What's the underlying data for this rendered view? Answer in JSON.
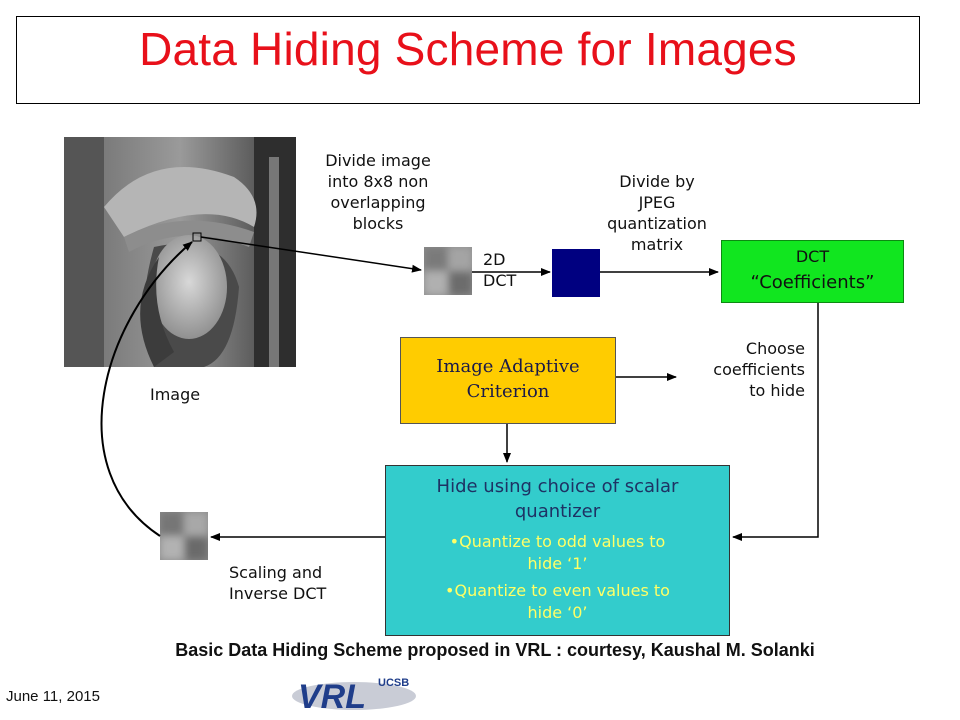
{
  "title": "Data Hiding Scheme for Images",
  "labels": {
    "image": "Image",
    "divide_blocks": [
      "Divide image",
      "into 8x8 non",
      "overlapping",
      "blocks"
    ],
    "dct_2d": [
      "2D",
      "DCT"
    ],
    "divide_jpeg": [
      "Divide by",
      "JPEG",
      "quantization",
      "matrix"
    ],
    "dct_coefficients": [
      "DCT",
      "“Coefficients”"
    ],
    "image_adaptive": [
      "Image Adaptive",
      "Criterion"
    ],
    "choose": [
      "Choose",
      "coefficients",
      "to hide"
    ],
    "hide_title": [
      "Hide using choice of scalar",
      "quantizer"
    ],
    "hide_bullet_1": [
      "•Quantize to odd values to",
      "hide ‘1’"
    ],
    "hide_bullet_2": [
      "•Quantize to even values to",
      "hide ‘0’"
    ],
    "scaling": [
      "Scaling and",
      "Inverse DCT"
    ]
  },
  "caption": "Basic Data Hiding Scheme proposed in VRL : courtesy, Kaushal M. Solanki",
  "footer": {
    "date": "June 11, 2015",
    "logo_text": "VRL",
    "logo_sub": "UCSB"
  },
  "colors": {
    "title": "#e8101a",
    "dct_box": "#000080",
    "coefficients_box": "#11e61f",
    "adaptive_box": "#ffcc00",
    "hide_box": "#33cccc",
    "bullet_text": "#ffff66"
  }
}
